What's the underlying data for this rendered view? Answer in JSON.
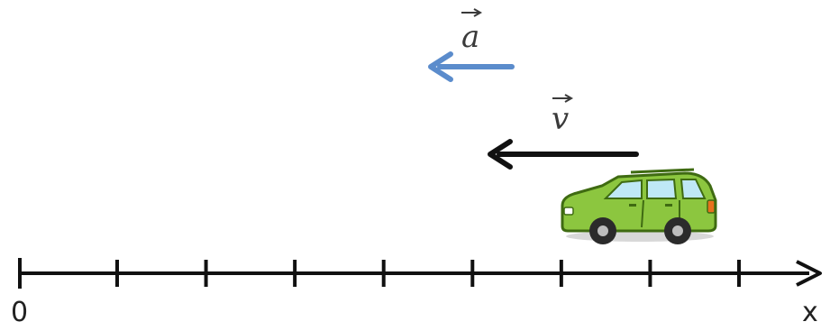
{
  "acceleration": {
    "label": "a",
    "direction": "left",
    "color": "#5b8ccc"
  },
  "velocity": {
    "label": "v",
    "direction": "left",
    "color": "#111111"
  },
  "axis": {
    "origin_label": "0",
    "axis_label": "x",
    "tick_count": 9,
    "color": "#111111"
  },
  "car": {
    "icon": "car-icon",
    "body_color": "#8cc63f",
    "direction": "left"
  }
}
